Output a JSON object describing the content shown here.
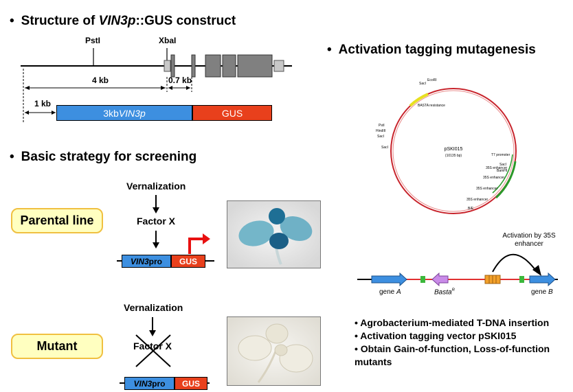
{
  "section1": {
    "title_pre": "Structure of ",
    "title_em": "VIN3p",
    "title_post": "::GUS construct",
    "site1": "PstI",
    "site2": "XbaI",
    "len1": "4 kb",
    "len2": "0.7 kb",
    "len3": "1 kb",
    "promoter_pre": "3kb ",
    "promoter_em": "VIN3p",
    "reporter": "GUS",
    "colors": {
      "promoter": "#3d8fe0",
      "reporter": "#e8401c",
      "exon": "#808080"
    }
  },
  "section2": {
    "title": "Basic strategy for screening",
    "parental_label": "Parental line",
    "mutant_label": "Mutant",
    "vern1": "Vernalization",
    "factor1": "Factor X",
    "vern2": "Vernalization",
    "factor2": "Factor X",
    "construct_em": "VIN3",
    "construct_rest": " pro",
    "construct_gus": "GUS"
  },
  "section3": {
    "title": "Activation tagging mutagenesis",
    "plasmid_name": "pSKI015",
    "plasmid_size": "(10135 bp)",
    "map_labels": [
      "SacI",
      "EcoRI",
      "BASTA resistance",
      "PstI",
      "HindIII",
      "SacI",
      "SacI",
      "T7 promoter",
      "SacI",
      "BamHI",
      "35S enhancer",
      "35S enhancer",
      "35S enhancer",
      "35S enhancer",
      "B/E"
    ],
    "activation_label": "Activation by 35S enhancer",
    "geneA_pre": "gene ",
    "geneA_em": "A",
    "basta_pre": "Basta",
    "basta_sup": "R",
    "geneB_pre": "gene ",
    "geneB_em": "B",
    "notes": [
      "• Agrobacterium-mediated  T-DNA insertion",
      "• Activation tagging vector pSKI015",
      "• Obtain Gain-of-function, Loss-of-function mutants"
    ]
  }
}
